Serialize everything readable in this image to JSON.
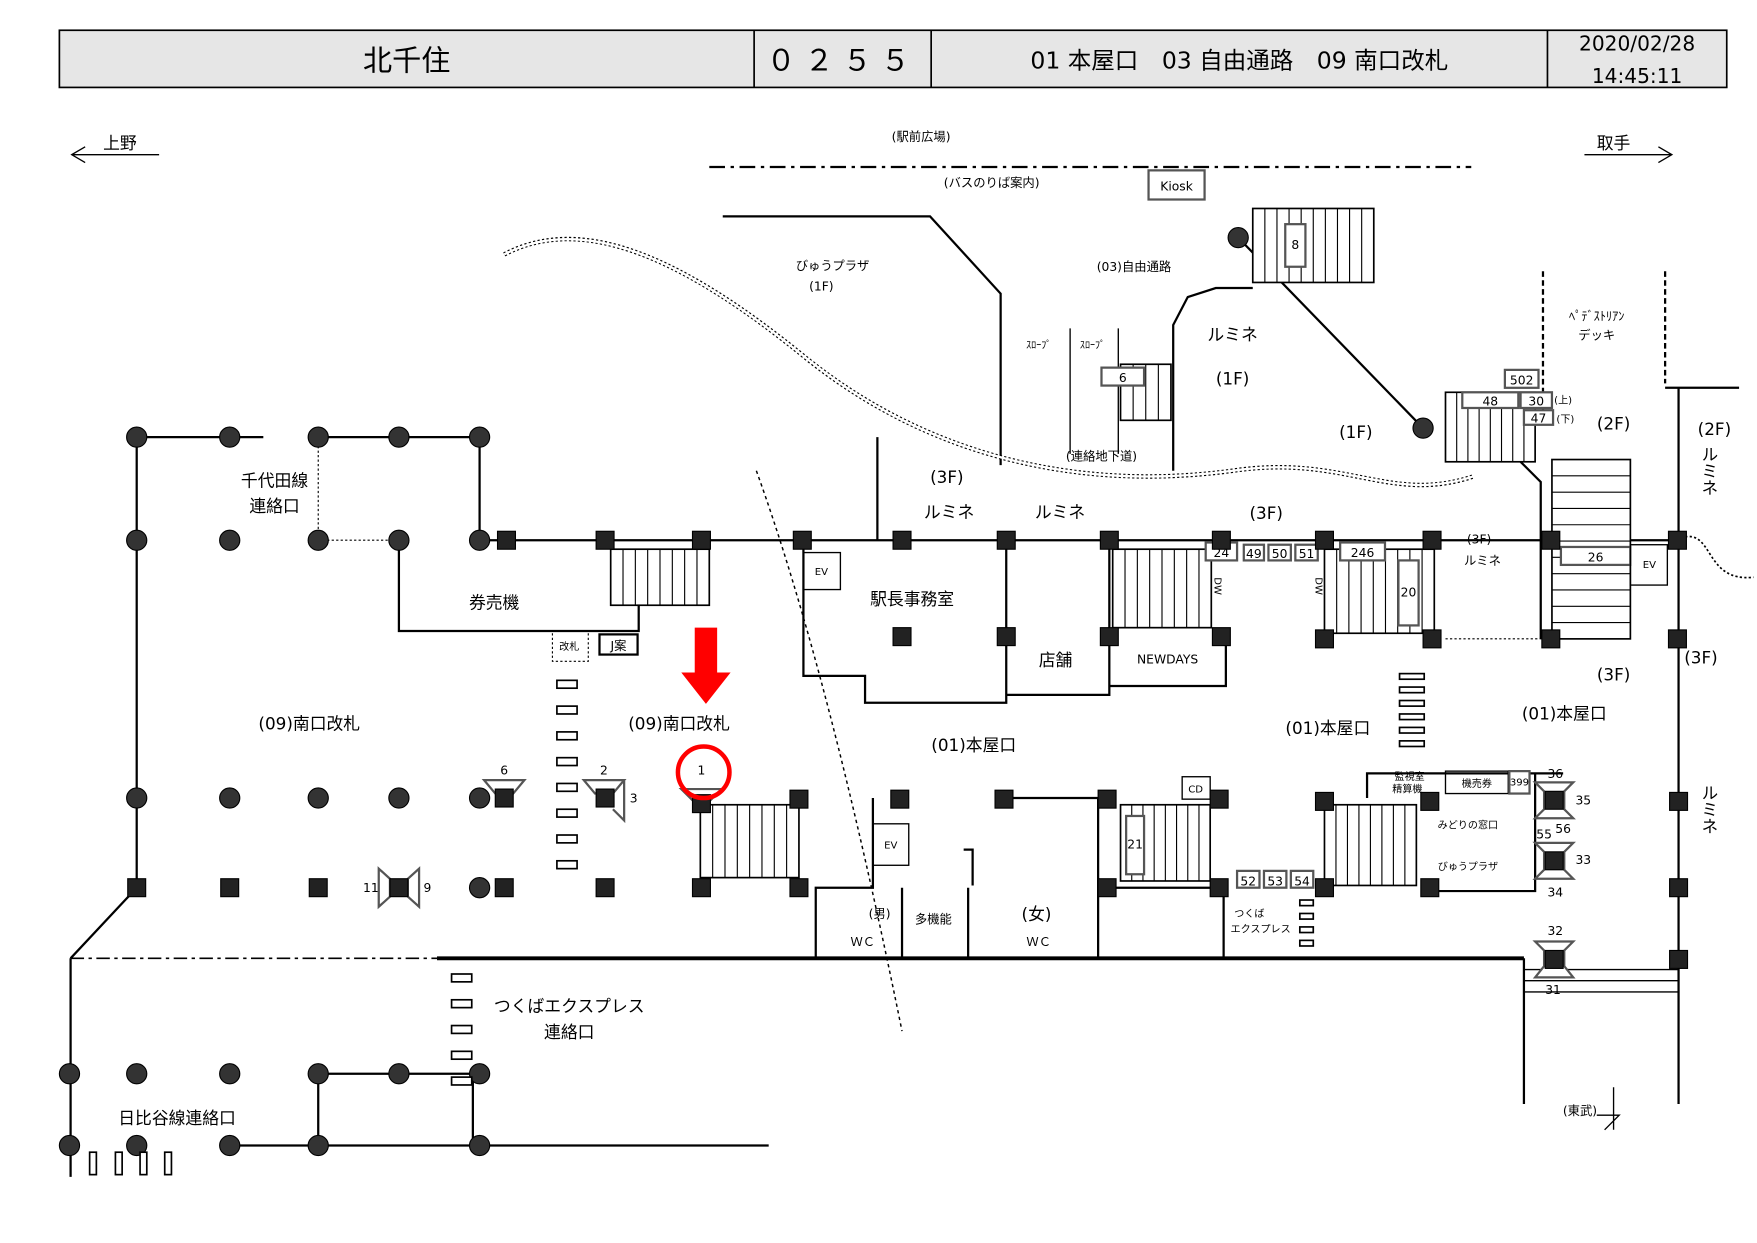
{
  "header": {
    "station": "北千住",
    "code": "０２５５",
    "exits": "01 本屋口　03 自由通路　09 南口改札",
    "date": "2020/02/28",
    "time": "14:45:11"
  },
  "directions": {
    "left": "上野",
    "right": "取手"
  },
  "labels": {
    "ekimae": "(駅前広場)",
    "bus": "(バスのりば案内)",
    "kiosk": "Kiosk",
    "view_plaza_1f": "びゅうプラザ",
    "floor_1f_a": "(1F)",
    "jiyu_tsuro": "(03)自由通路",
    "slope_a": "ｽﾛｰﾌﾟ",
    "slope_b": "ｽﾛｰﾌﾟ",
    "renraku_chikado": "(連絡地下道)",
    "lumine_1f": "ルミネ",
    "floor_1f_b": "(1F)",
    "floor_1f_c": "(1F)",
    "pedestrian": "ﾍﾟﾃﾞｽﾄﾘｱﾝ",
    "deck": "デッキ",
    "floor_2f_a": "(2F)",
    "floor_2f_b": "(2F)",
    "lumine_v1": "ルミネ",
    "lumine_v2": "ルミネ",
    "floor_3f_a": "(3F)",
    "lumine_a": "ルミネ",
    "lumine_b": "ルミネ",
    "floor_3f_b": "(3F)",
    "floor_3f_c": "(3F)",
    "lumine_c": "ルミネ",
    "floor_3f_d": "(3F)",
    "floor_3f_e": "(3F)",
    "chiyoda_1": "千代田線",
    "chiyoda_2": "連絡口",
    "kenbaiki": "券売機",
    "kaisatsu": "改札",
    "j_an": "J案",
    "ekicho": "駅長事務室",
    "tenpo": "店舗",
    "newdays": "NEWDAYS",
    "south_gate_a": "(09)南口改札",
    "south_gate_b": "(09)南口改札",
    "honya_a": "(01)本屋口",
    "honya_b": "(01)本屋口",
    "honya_c": "(01)本屋口",
    "ev_a": "EV",
    "ev_b": "EV",
    "ev_c": "EV",
    "kanshi_1": "監視室",
    "kanshi_2": "精算機",
    "kenbai": "機売券",
    "midori": "みどりの窓口",
    "view_plaza": "びゅうプラザ",
    "male": "(男)",
    "wc_m": "ＷＣ",
    "takino": "多機能",
    "female": "(女)",
    "wc_f": "ＷＣ",
    "tx_small_1": "つくば",
    "tx_small_2": "エクスプレス",
    "tx_1": "つくばエクスプレス",
    "tx_2": "連絡口",
    "hibiya": "日比谷線連絡口",
    "tobu": "(東武)",
    "up": "(上)",
    "down": "(下)",
    "dw_a": "DW",
    "dw_b": "DW",
    "cd": "CD"
  },
  "stairs": {
    "s8": "8",
    "s6": "6",
    "s502": "502",
    "s48": "48",
    "s30": "30",
    "s47": "47",
    "s24": "24",
    "s49": "49",
    "s50": "50",
    "s51": "51",
    "s246": "246",
    "s20": "20",
    "s26": "26",
    "s21": "21",
    "s52": "52",
    "s53": "53",
    "s54": "54",
    "s399": "399"
  },
  "elevators": {
    "e1": "1",
    "e2": "2",
    "e3": "3",
    "e6": "6",
    "e9": "9",
    "e11": "11",
    "e36": "36",
    "e35": "35",
    "e56": "56",
    "e55": "55",
    "e33": "33",
    "e34": "34",
    "e32": "32",
    "e31": "31"
  },
  "marker": {
    "color": "#ff0000",
    "target": "1"
  }
}
